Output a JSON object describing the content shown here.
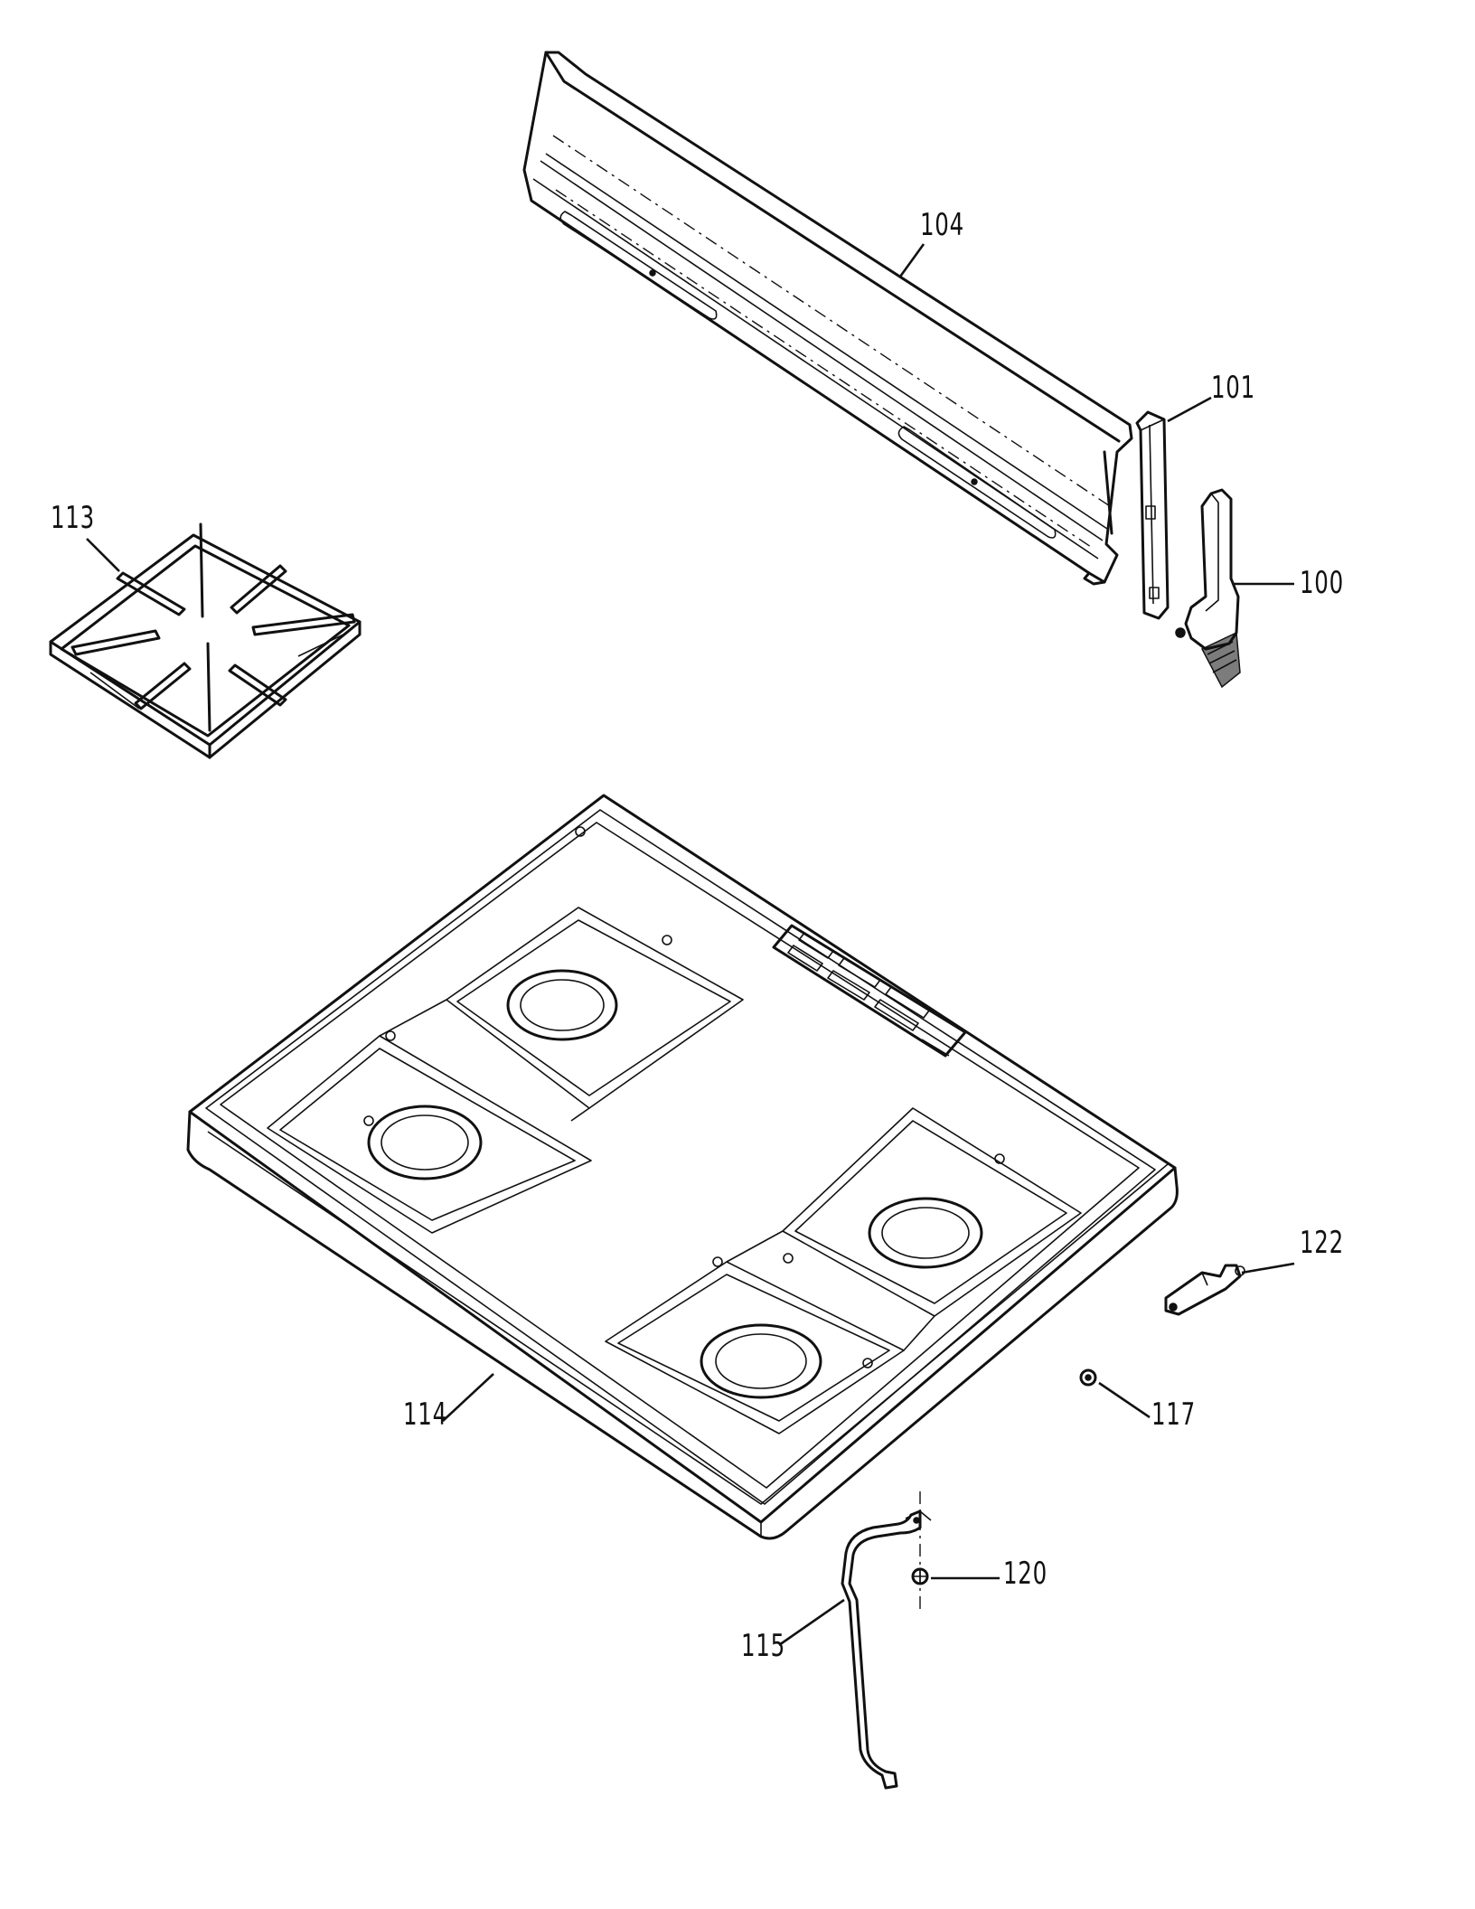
{
  "diagram": {
    "callouts": [
      {
        "id": "p104",
        "label": "104"
      },
      {
        "id": "p101",
        "label": "101"
      },
      {
        "id": "p100",
        "label": "100"
      },
      {
        "id": "p113",
        "label": "113"
      },
      {
        "id": "p114",
        "label": "114"
      },
      {
        "id": "p122",
        "label": "122"
      },
      {
        "id": "p117",
        "label": "117"
      },
      {
        "id": "p120",
        "label": "120"
      },
      {
        "id": "p115",
        "label": "115"
      }
    ]
  },
  "colors": {
    "line": "#111111",
    "background": "#ffffff"
  }
}
